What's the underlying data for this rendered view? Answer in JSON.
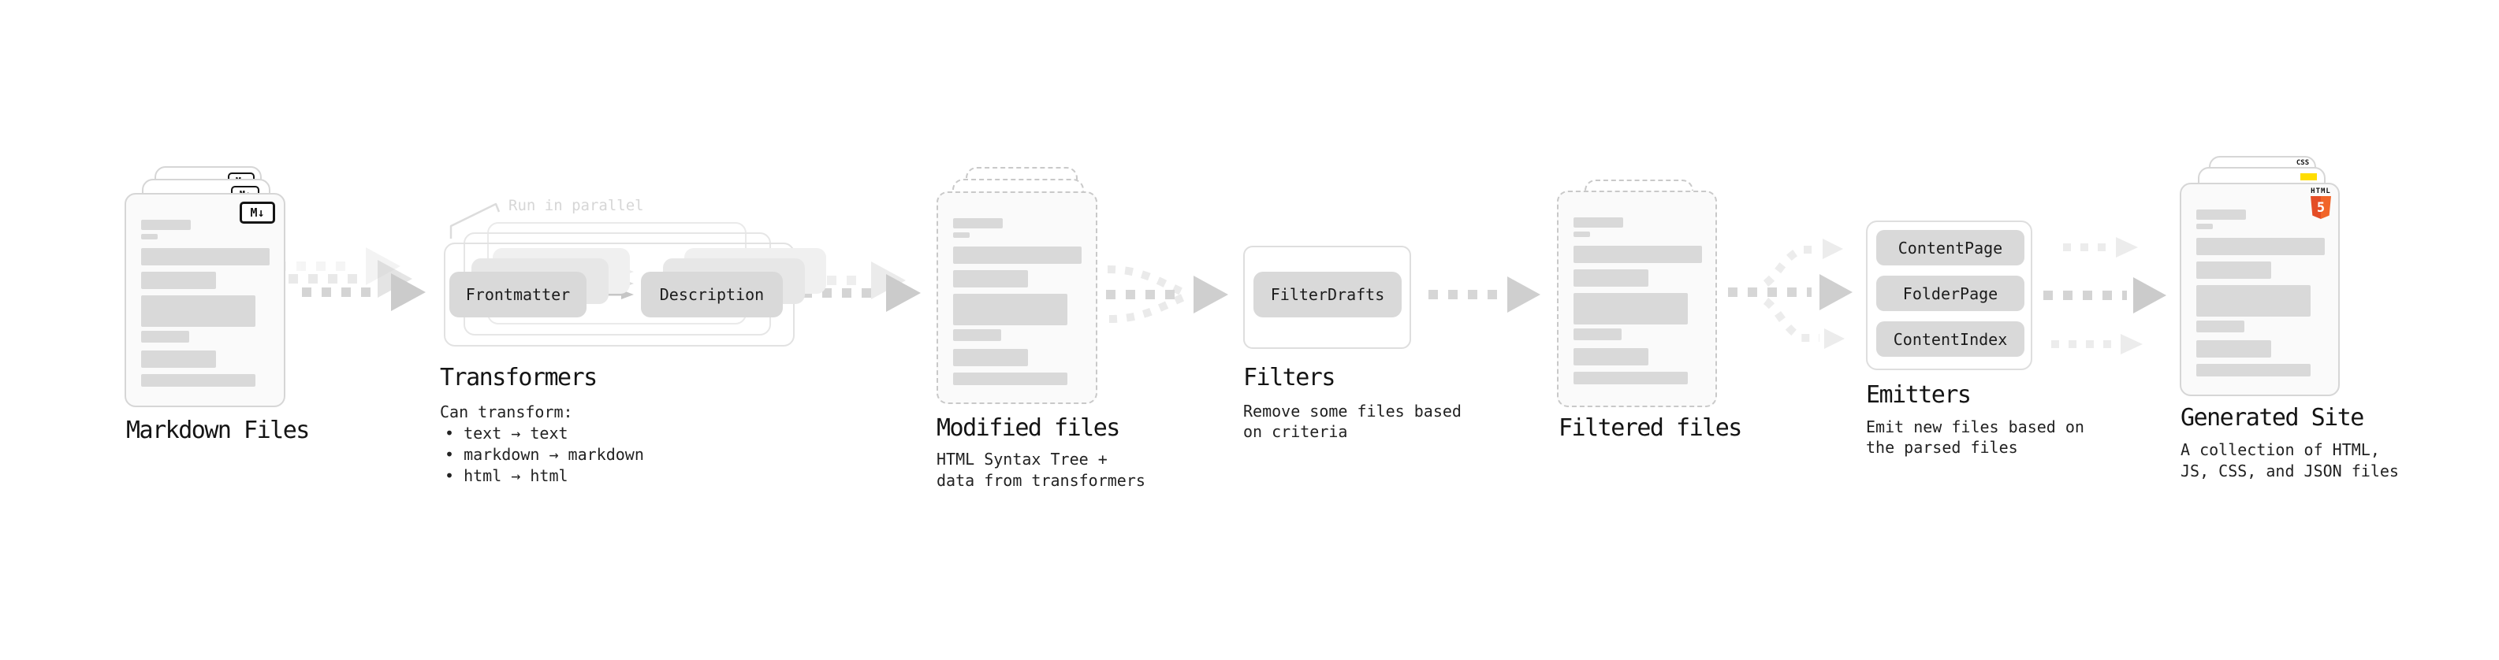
{
  "stage_markdown": {
    "title": "Markdown Files",
    "badge": "M↓"
  },
  "stage_transformers": {
    "annotation": "Run in parallel",
    "pill_frontmatter": "Frontmatter",
    "pill_description": "Description",
    "title": "Transformers",
    "caption": "Can transform:",
    "bullet_1": "• text → text",
    "bullet_2": "• markdown → markdown",
    "bullet_3": "• html → html"
  },
  "stage_modified": {
    "title": "Modified files",
    "caption_line1": "HTML Syntax Tree +",
    "caption_line2": "data from transformers"
  },
  "stage_filters": {
    "title": "Filters",
    "pill": "FilterDrafts",
    "caption_line1": "Remove some files based",
    "caption_line2": "on criteria"
  },
  "stage_filtered": {
    "title": "Filtered files"
  },
  "stage_emitters": {
    "title": "Emitters",
    "pill_1": "ContentPage",
    "pill_2": "FolderPage",
    "pill_3": "ContentIndex",
    "caption_line1": "Emit new files based on",
    "caption_line2": "the parsed files"
  },
  "stage_generated": {
    "title": "Generated Site",
    "caption_line1": "A collection of HTML,",
    "caption_line2": "JS, CSS, and JSON files",
    "html5_icon_label": "HTML",
    "html5_icon_number": "5",
    "css_icon_label": "CSS"
  },
  "colors": {
    "html5_orange": "#e44d26",
    "js_yellow": "#ffdd00",
    "css_blue": "#2864f0",
    "pill_gray": "#d9d9d9",
    "arrow_gray": "#d2d2d2",
    "arrow_light": "#eaeaea",
    "annotation_gray": "#d6d6d6"
  }
}
